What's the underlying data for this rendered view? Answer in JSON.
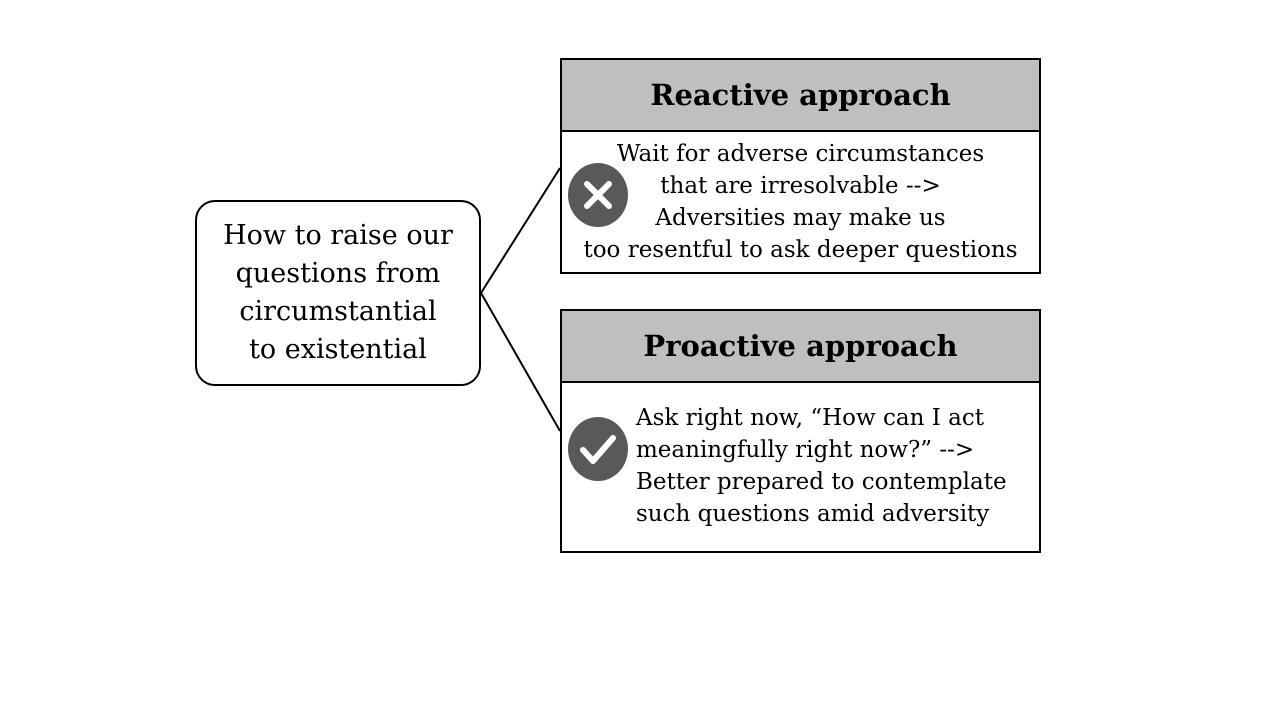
{
  "root": {
    "text": "How to raise our\nquestions from\ncircumstantial\nto existential"
  },
  "reactive": {
    "title": "Reactive approach",
    "body": "Wait for adverse circumstances\nthat are irresolvable -->\nAdversities may make us\ntoo resentful to ask deeper questions",
    "icon": "x-mark-icon"
  },
  "proactive": {
    "title": "Proactive approach",
    "body": "Ask right now, “How can I act\nmeaningfully right now?” -->\nBetter prepared to contemplate\nsuch questions amid adversity",
    "icon": "check-mark-icon"
  },
  "colors": {
    "header_fill": "#bfbfbf",
    "icon_fill": "#595959",
    "outline": "#000000"
  }
}
